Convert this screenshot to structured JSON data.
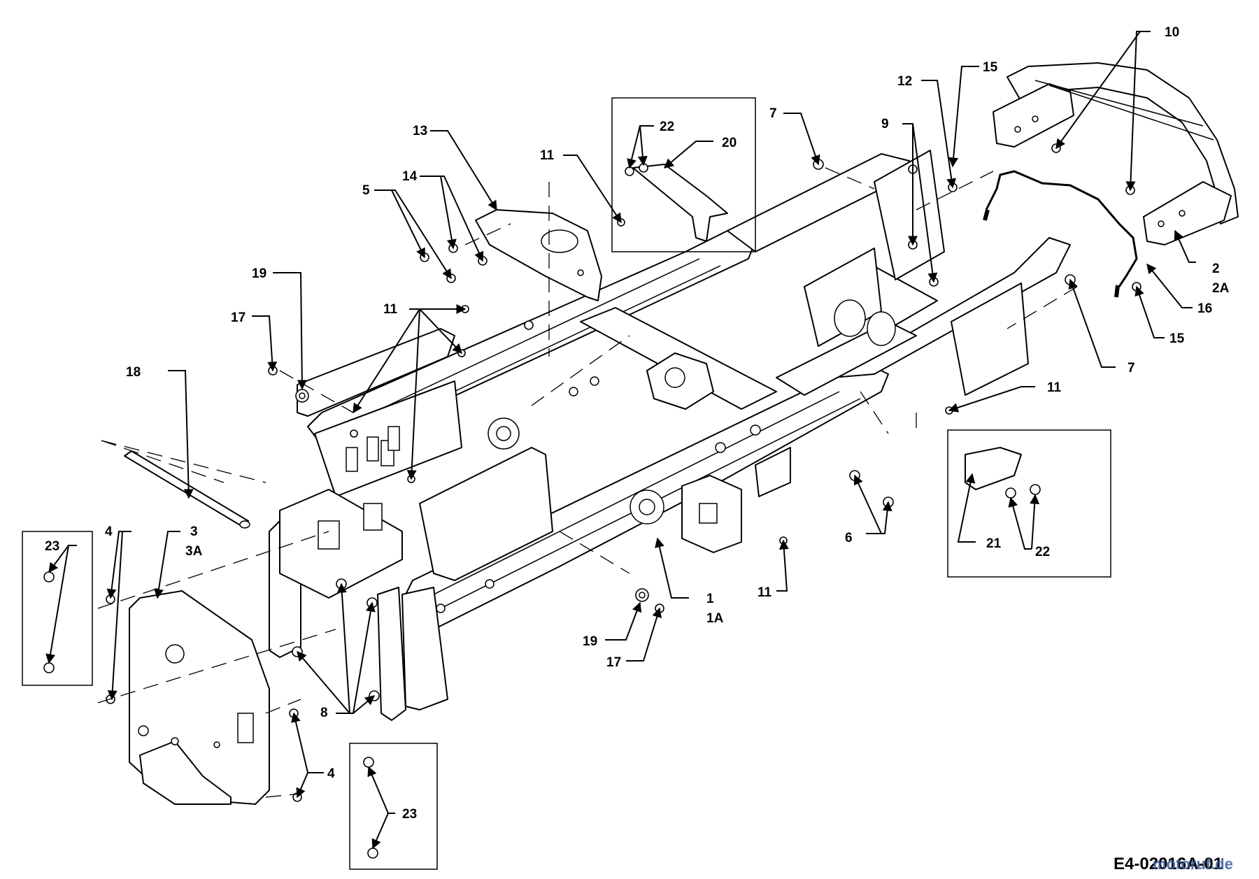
{
  "callouts": {
    "c1": "1",
    "c1a": "1A",
    "c2": "2",
    "c2a": "2A",
    "c3": "3",
    "c3a": "3A",
    "c4a": "4",
    "c4b": "4",
    "c5": "5",
    "c6": "6",
    "c7a": "7",
    "c7b": "7",
    "c8": "8",
    "c9": "9",
    "c10": "10",
    "c11a": "11",
    "c11b": "11",
    "c11c": "11",
    "c11d": "11",
    "c12": "12",
    "c13": "13",
    "c14": "14",
    "c15a": "15",
    "c15b": "15",
    "c16": "16",
    "c17a": "17",
    "c17b": "17",
    "c18": "18",
    "c19a": "19",
    "c19b": "19",
    "c20": "20",
    "c21": "21",
    "c22a": "22",
    "c22b": "22",
    "c23a": "23",
    "c23b": "23"
  },
  "drawing_code": "E4-02016A-01",
  "watermark": "motoruf.de",
  "colors": {
    "line": "#000000",
    "background": "#ffffff",
    "watermark": "#3d5a98"
  }
}
